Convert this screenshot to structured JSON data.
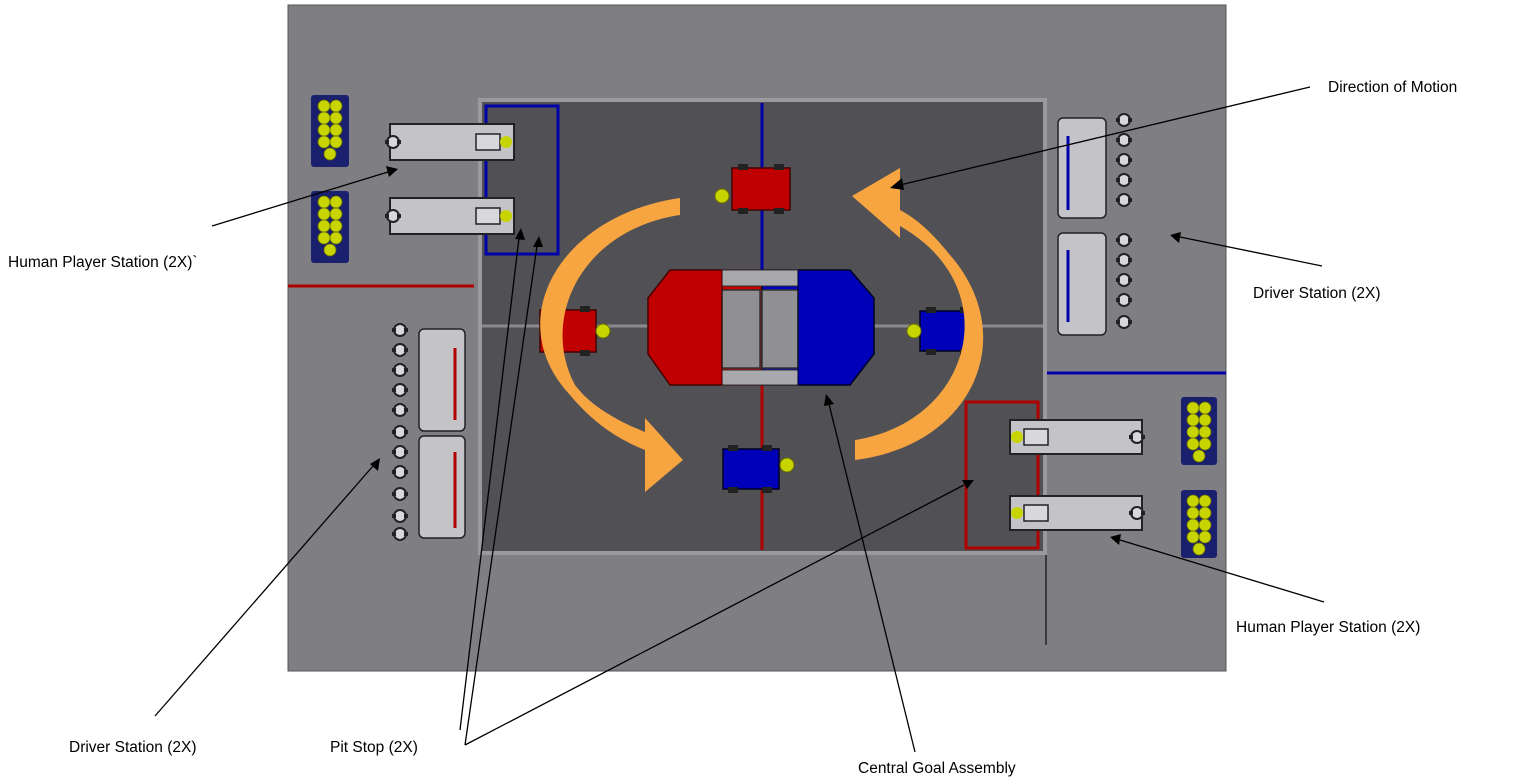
{
  "labels": {
    "direction_of_motion": "Direction of Motion",
    "human_player_left": "Human Player Station (2X)`",
    "driver_station_right": "Driver Station (2X)",
    "human_player_right": "Human Player Station (2X)",
    "driver_station_left": "Driver Station (2X)",
    "pit_stop": "Pit Stop (2X)",
    "central_goal": "Central Goal Assembly"
  },
  "colors": {
    "background": "#ffffff",
    "floor": "#7f7f83",
    "field": "#505055",
    "red_alliance": "#b00000",
    "blue_alliance": "#0000a8",
    "arrow": "#f7a540",
    "ball": "#c8d400",
    "station_panel": "#c4c4c8"
  }
}
